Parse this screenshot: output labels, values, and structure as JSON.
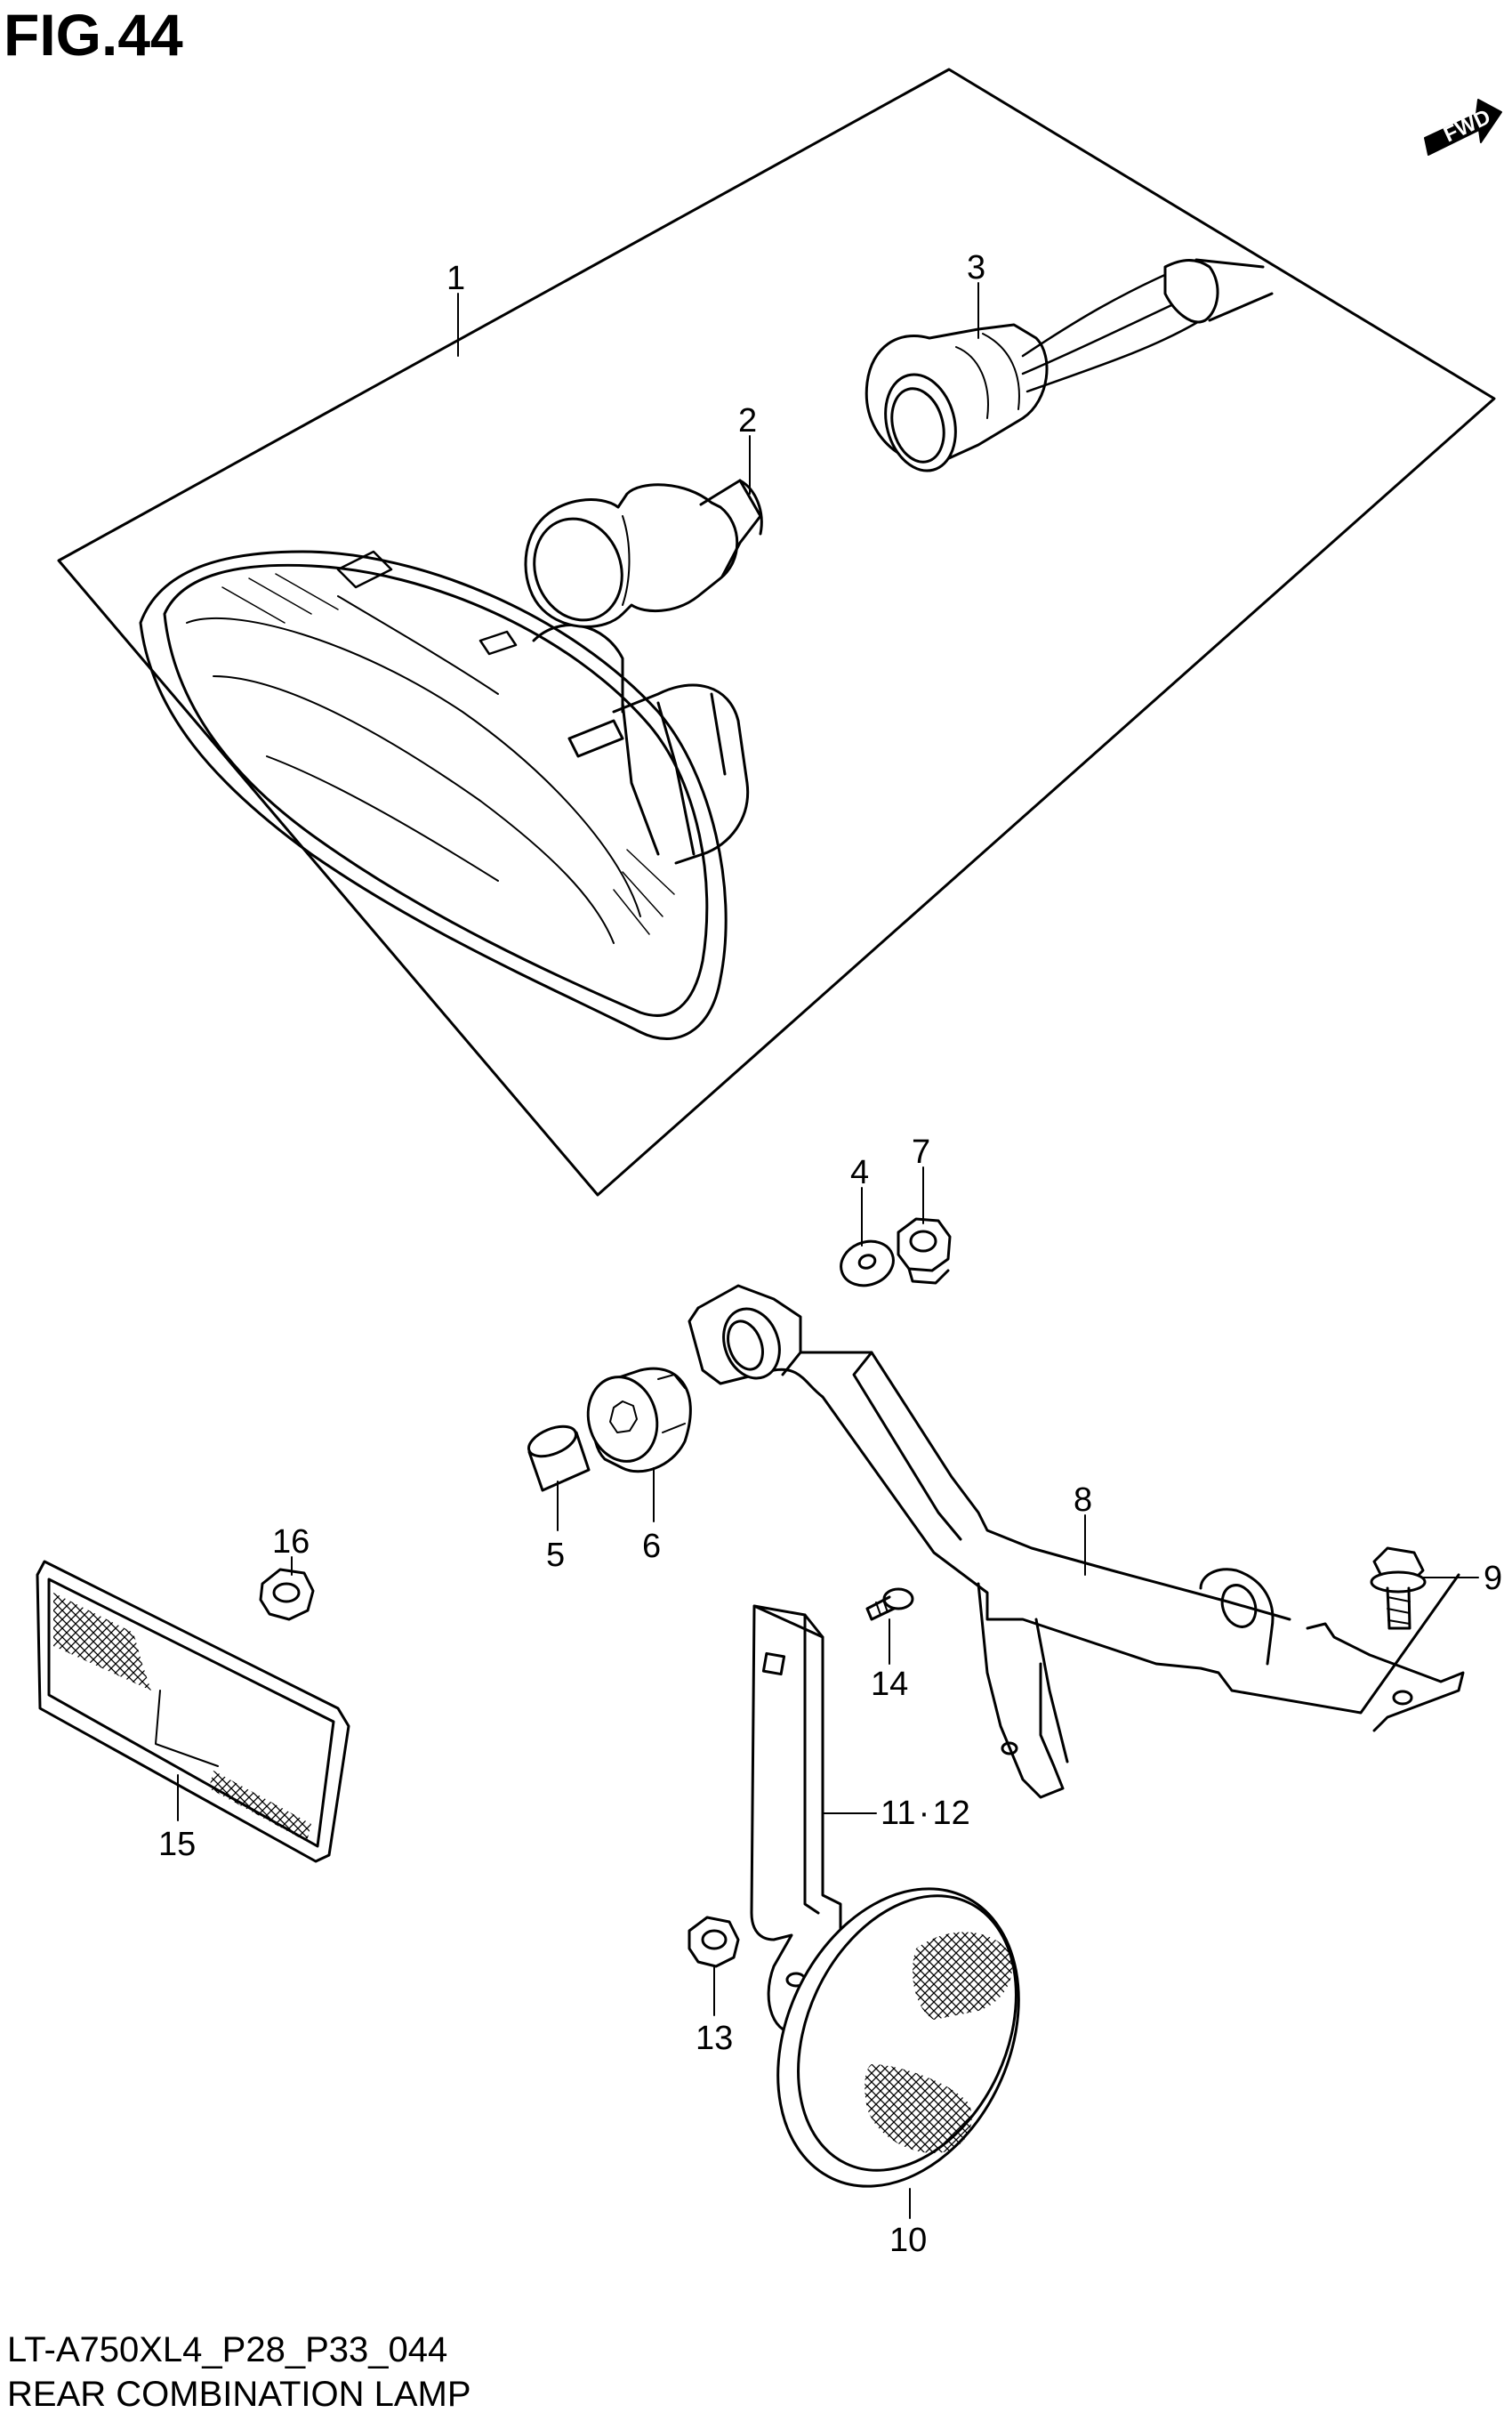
{
  "figure": {
    "title": "FIG.44",
    "direction_badge": "FWD",
    "code": "LT-A750XL4_P28_P33_044",
    "name": "REAR COMBINATION LAMP"
  },
  "callouts": [
    {
      "id": "c1",
      "label": "1"
    },
    {
      "id": "c2",
      "label": "2"
    },
    {
      "id": "c3",
      "label": "3"
    },
    {
      "id": "c4",
      "label": "4"
    },
    {
      "id": "c5",
      "label": "5"
    },
    {
      "id": "c6",
      "label": "6"
    },
    {
      "id": "c7",
      "label": "7"
    },
    {
      "id": "c8",
      "label": "8"
    },
    {
      "id": "c9",
      "label": "9"
    },
    {
      "id": "c10",
      "label": "10"
    },
    {
      "id": "c1112",
      "label": "11 · 12"
    },
    {
      "id": "c13",
      "label": "13"
    },
    {
      "id": "c14",
      "label": "14"
    },
    {
      "id": "c15",
      "label": "15"
    },
    {
      "id": "c16",
      "label": "16"
    }
  ],
  "colors": {
    "line": "#000000",
    "background": "#ffffff"
  }
}
